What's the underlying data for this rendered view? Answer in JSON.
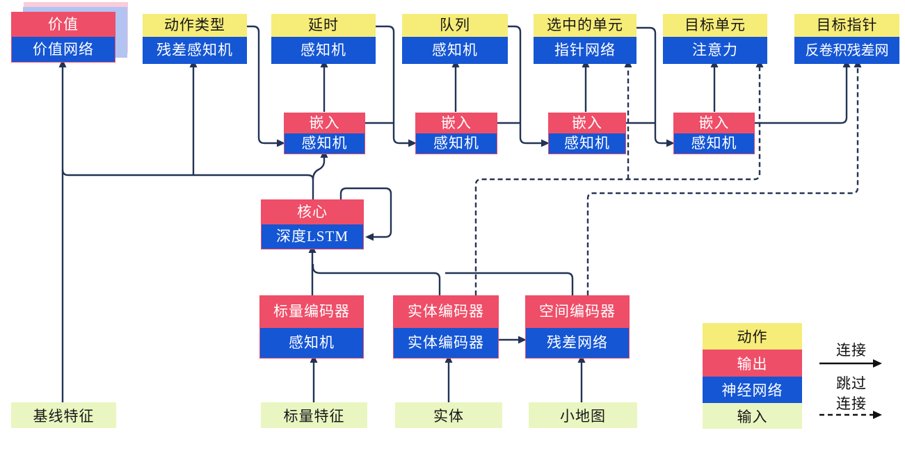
{
  "colors": {
    "yellow": "#f6ec78",
    "red": "#ee4e68",
    "blue": "#1556d4",
    "green": "#e9f6c1",
    "pink-shadow": "#f8cdd9",
    "periwinkle-shadow": "#b3c3f2",
    "line": "#223355",
    "legend-arrow": "#111111"
  },
  "heads": [
    {
      "top": "价值",
      "bottom": "价值网络"
    },
    {
      "top": "动作类型",
      "bottom": "残差感知机"
    },
    {
      "top": "延时",
      "bottom": "感知机"
    },
    {
      "top": "队列",
      "bottom": "感知机"
    },
    {
      "top": "选中的单元",
      "bottom": "指针网络"
    },
    {
      "top": "目标单元",
      "bottom": "注意力"
    },
    {
      "top": "目标指针",
      "bottom": "反卷积残差网"
    }
  ],
  "embeds": [
    {
      "top": "嵌入",
      "bottom": "感知机"
    },
    {
      "top": "嵌入",
      "bottom": "感知机"
    },
    {
      "top": "嵌入",
      "bottom": "感知机"
    },
    {
      "top": "嵌入",
      "bottom": "感知机"
    }
  ],
  "core": {
    "top": "核心",
    "bottom": "深度LSTM"
  },
  "encoders": [
    {
      "top": "标量编码器",
      "bottom": "感知机"
    },
    {
      "top": "实体编码器",
      "bottom": "实体编码器"
    },
    {
      "top": "空间编码器",
      "bottom": "残差网络"
    }
  ],
  "inputs": [
    {
      "label": "基线特征"
    },
    {
      "label": "标量特征"
    },
    {
      "label": "实体"
    },
    {
      "label": "小地图"
    }
  ],
  "legend": {
    "items": [
      {
        "label": "动作"
      },
      {
        "label": "输出"
      },
      {
        "label": "神经网络"
      },
      {
        "label": "输入"
      }
    ],
    "solid_label": "连接",
    "dashed_label_line1": "跳过",
    "dashed_label_line2": "连接"
  }
}
